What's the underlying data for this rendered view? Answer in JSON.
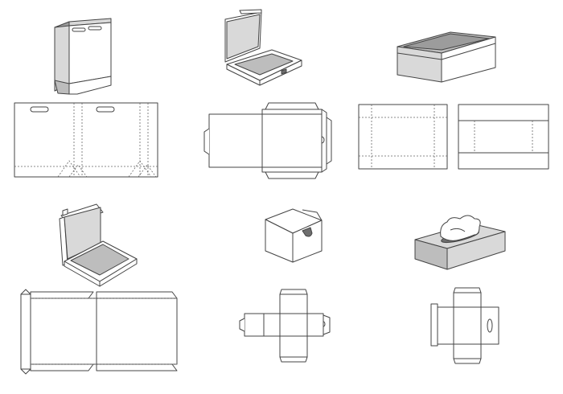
{
  "sheet": {
    "background": "#ffffff",
    "line_color": "#444444",
    "fill_light": "#d9d9d9",
    "fill_mid": "#bdbdbd",
    "fill_dark": "#9c9c9c",
    "fill_darker": "#6e6e6e"
  },
  "templates": [
    {
      "name": "shopping-bag",
      "views": [
        "3d-view",
        "flat-dieline"
      ]
    },
    {
      "name": "pizza-box",
      "views": [
        "3d-view",
        "flat-dieline"
      ]
    },
    {
      "name": "lid-box",
      "views": [
        "3d-view",
        "flat-dieline-base",
        "flat-dieline-lid"
      ]
    },
    {
      "name": "tray-box",
      "views": [
        "3d-view",
        "flat-dieline"
      ]
    },
    {
      "name": "cube-box",
      "views": [
        "3d-view",
        "flat-dieline"
      ]
    },
    {
      "name": "tissue-box",
      "views": [
        "3d-view",
        "flat-dieline"
      ]
    }
  ]
}
